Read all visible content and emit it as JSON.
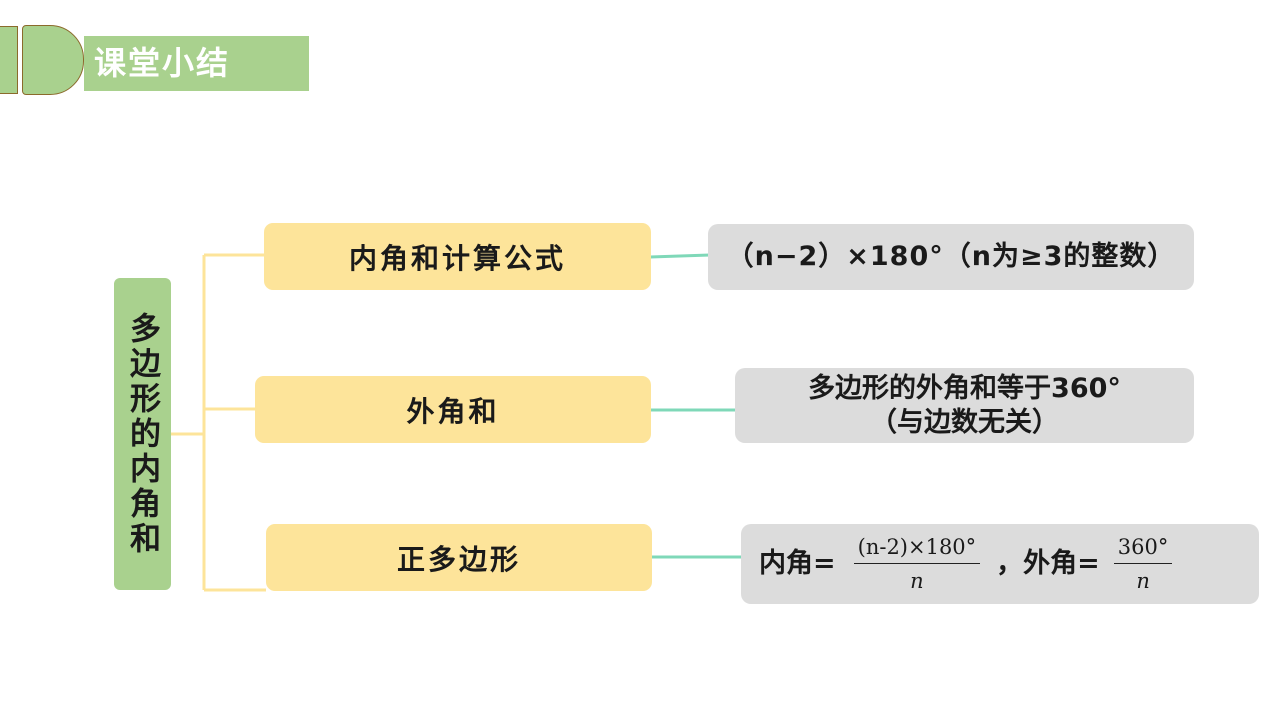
{
  "header": {
    "title": "课堂小结"
  },
  "colors": {
    "green": "#a9d18e",
    "yellow": "#fde49a",
    "gray": "#dcdcdc",
    "yellow_line": "#fde49a",
    "teal_line": "#7fd8b8"
  },
  "root": {
    "label": "多边形的内角和"
  },
  "branches": [
    {
      "label": "内角和计算公式",
      "leaf": "（n−2）×180°（n为≥3的整数）"
    },
    {
      "label": "外角和",
      "leaf_line1": "多边形的外角和等于360°",
      "leaf_line2": "（与边数无关）"
    },
    {
      "label": "正多边形",
      "interior_label": "内角=",
      "interior_num": "(n-2)×180°",
      "interior_den": "n",
      "exterior_label": "，外角=",
      "exterior_num": "360°",
      "exterior_den": "n"
    }
  ]
}
